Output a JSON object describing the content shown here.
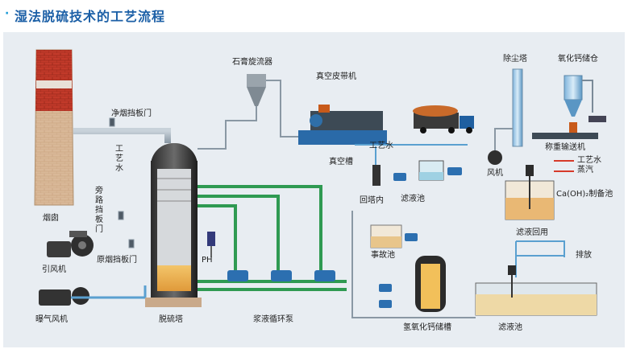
{
  "title": "湿法脱硫技术的工艺流程",
  "labels": {
    "chimney": "烟囱",
    "clean_damper": "净烟挡板门",
    "process_water_left": "工艺水",
    "bypass_damper": "旁路挡板门",
    "raw_damper": "原烟挡板门",
    "induced_fan": "引风机",
    "aeration_fan": "曝气风机",
    "desulfurization_tower": "脱硫塔",
    "ph": "PH",
    "slurry_pump": "浆液循环泵",
    "gypsum_cyclone": "石膏旋流器",
    "vacuum_belt": "真空皮带机",
    "vacuum_tank": "真空槽",
    "process_water_mid": "工艺水",
    "filtrate_tank_mid": "滤液池",
    "return_in": "回塔内",
    "accident_tank": "事故池",
    "caoh_storage_tank": "氢氧化钙储槽",
    "filtrate_tank_bottom": "滤液池",
    "dust_tower": "除尘塔",
    "caoh_silo": "氧化钙储仓",
    "weighing_conveyor": "称重输送机",
    "fan": "风机",
    "process_water_right": "工艺水",
    "steam": "蒸汽",
    "caoh_prep_tank": "Ca(OH)₂制备池",
    "filtrate_reuse": "滤液回用",
    "discharge": "排放"
  }
}
